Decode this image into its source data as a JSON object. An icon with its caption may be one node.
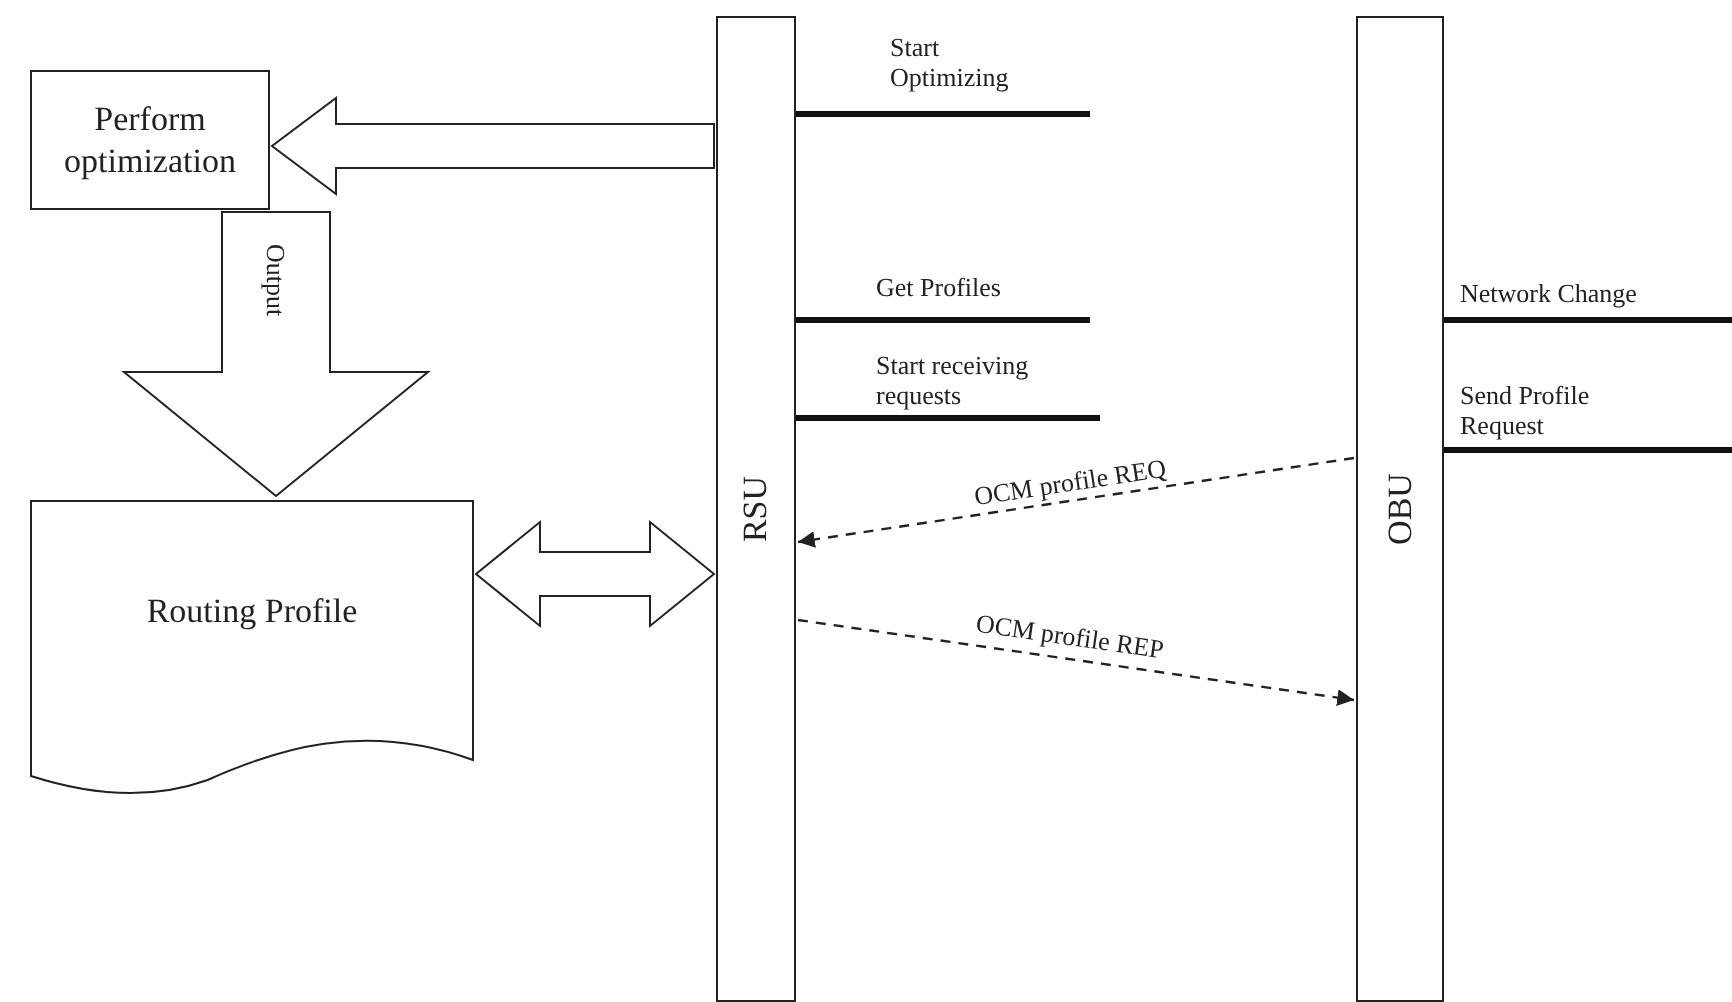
{
  "diagram": {
    "nodes": [
      {
        "text": [
          "Perform optimization"
        ]
      },
      {
        "text": [
          "Routing Profile"
        ]
      },
      {
        "text": [
          "RSU"
        ]
      },
      {
        "text": [
          "OBU"
        ]
      }
    ],
    "edges": [
      {
        "from": 2,
        "to": 0,
        "arrow": "to"
      },
      {
        "from": 0,
        "to": 1,
        "arrow": "to",
        "label": "Output"
      },
      {
        "from": 1,
        "to": 2,
        "arrow": "both"
      },
      {
        "from": 3,
        "to": 2,
        "arrow": "to",
        "label": "OCM profile REQ",
        "style": "dashed"
      },
      {
        "from": 2,
        "to": 3,
        "arrow": "to",
        "label": "OCM profile REP",
        "style": "dashed"
      }
    ],
    "labels": [
      "Start Optimizing",
      "Get Profiles",
      "Network Change",
      "Start receiving requests",
      "Send Profile Request"
    ]
  }
}
